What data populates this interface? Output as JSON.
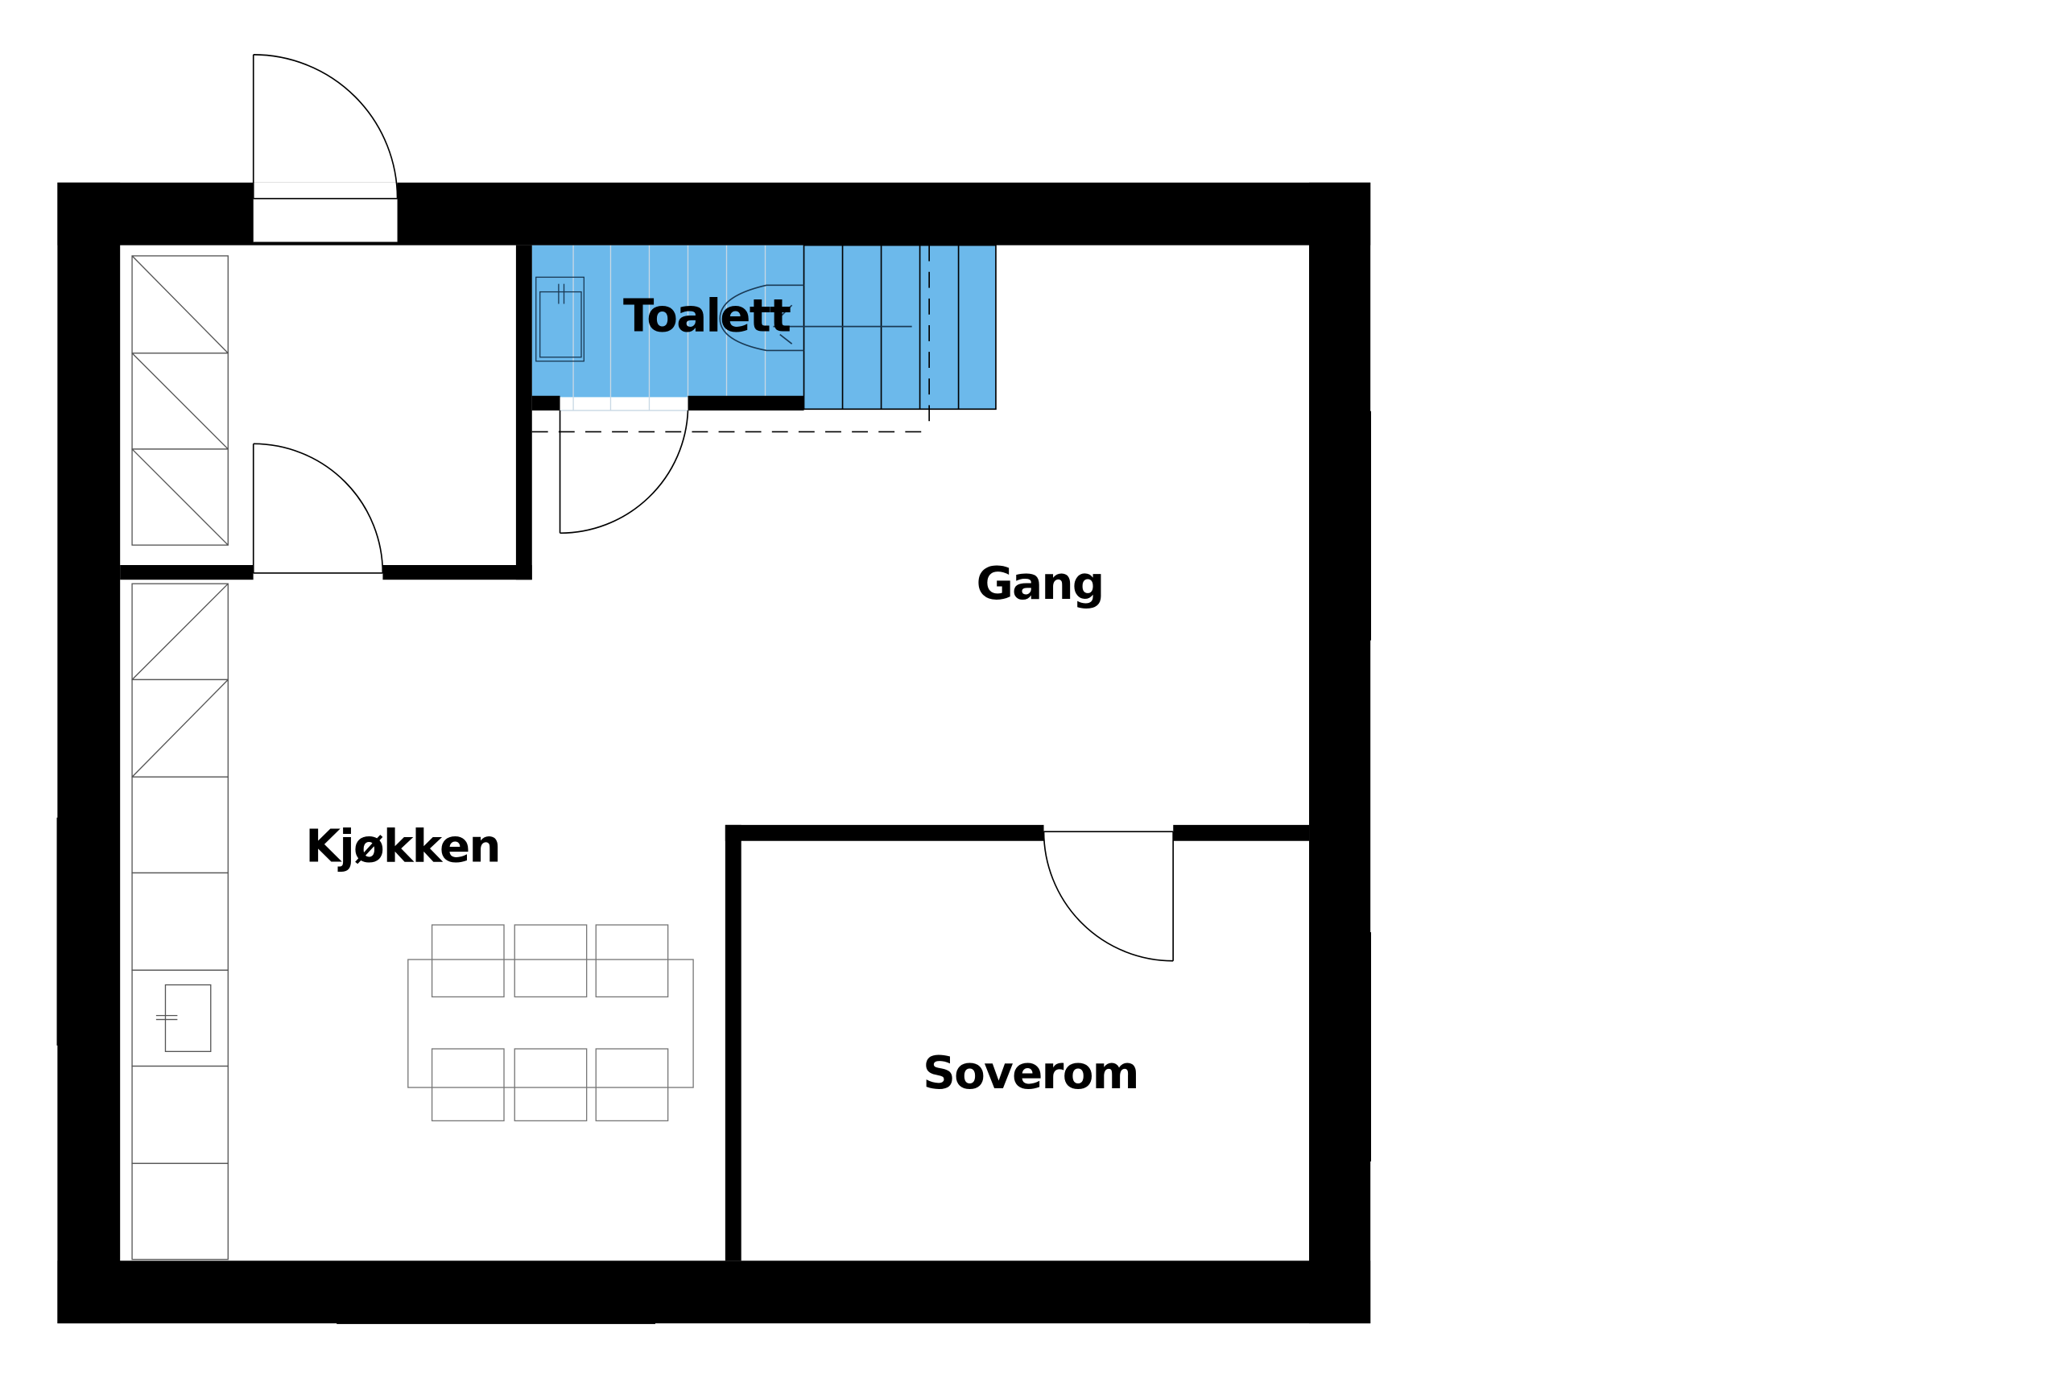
{
  "title": "Floor plan",
  "colors": {
    "wall": "#000000",
    "toilet_fill": "#6cb9eb",
    "background": "#ffffff"
  },
  "rooms": [
    {
      "id": "toalett",
      "label": "Toalett"
    },
    {
      "id": "gang",
      "label": "Gang"
    },
    {
      "id": "kjokken",
      "label": "Kjøkken"
    },
    {
      "id": "soverom",
      "label": "Soverom"
    }
  ]
}
